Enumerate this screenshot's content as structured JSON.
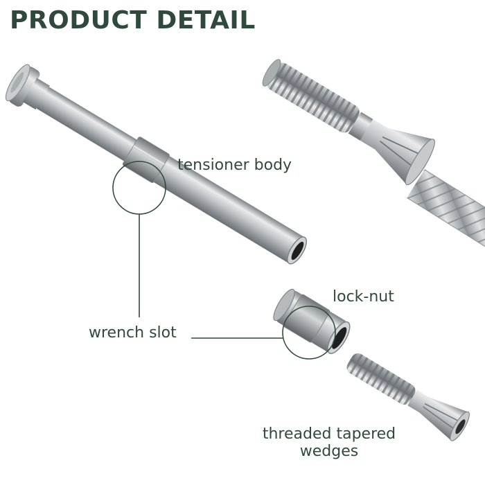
{
  "heading": "PRODUCT DETAIL",
  "labels": {
    "tensioner_body": "tensioner body",
    "lock_nut": "lock-nut",
    "wrench_slot": "wrench slot",
    "wedges_line1": "threaded tapered",
    "wedges_line2": "wedges"
  },
  "colors": {
    "heading": "#2f4a3c",
    "label_text": "#2f4a3c",
    "leader_line": "#2f4a3c",
    "steel": "#b8bcbf"
  }
}
